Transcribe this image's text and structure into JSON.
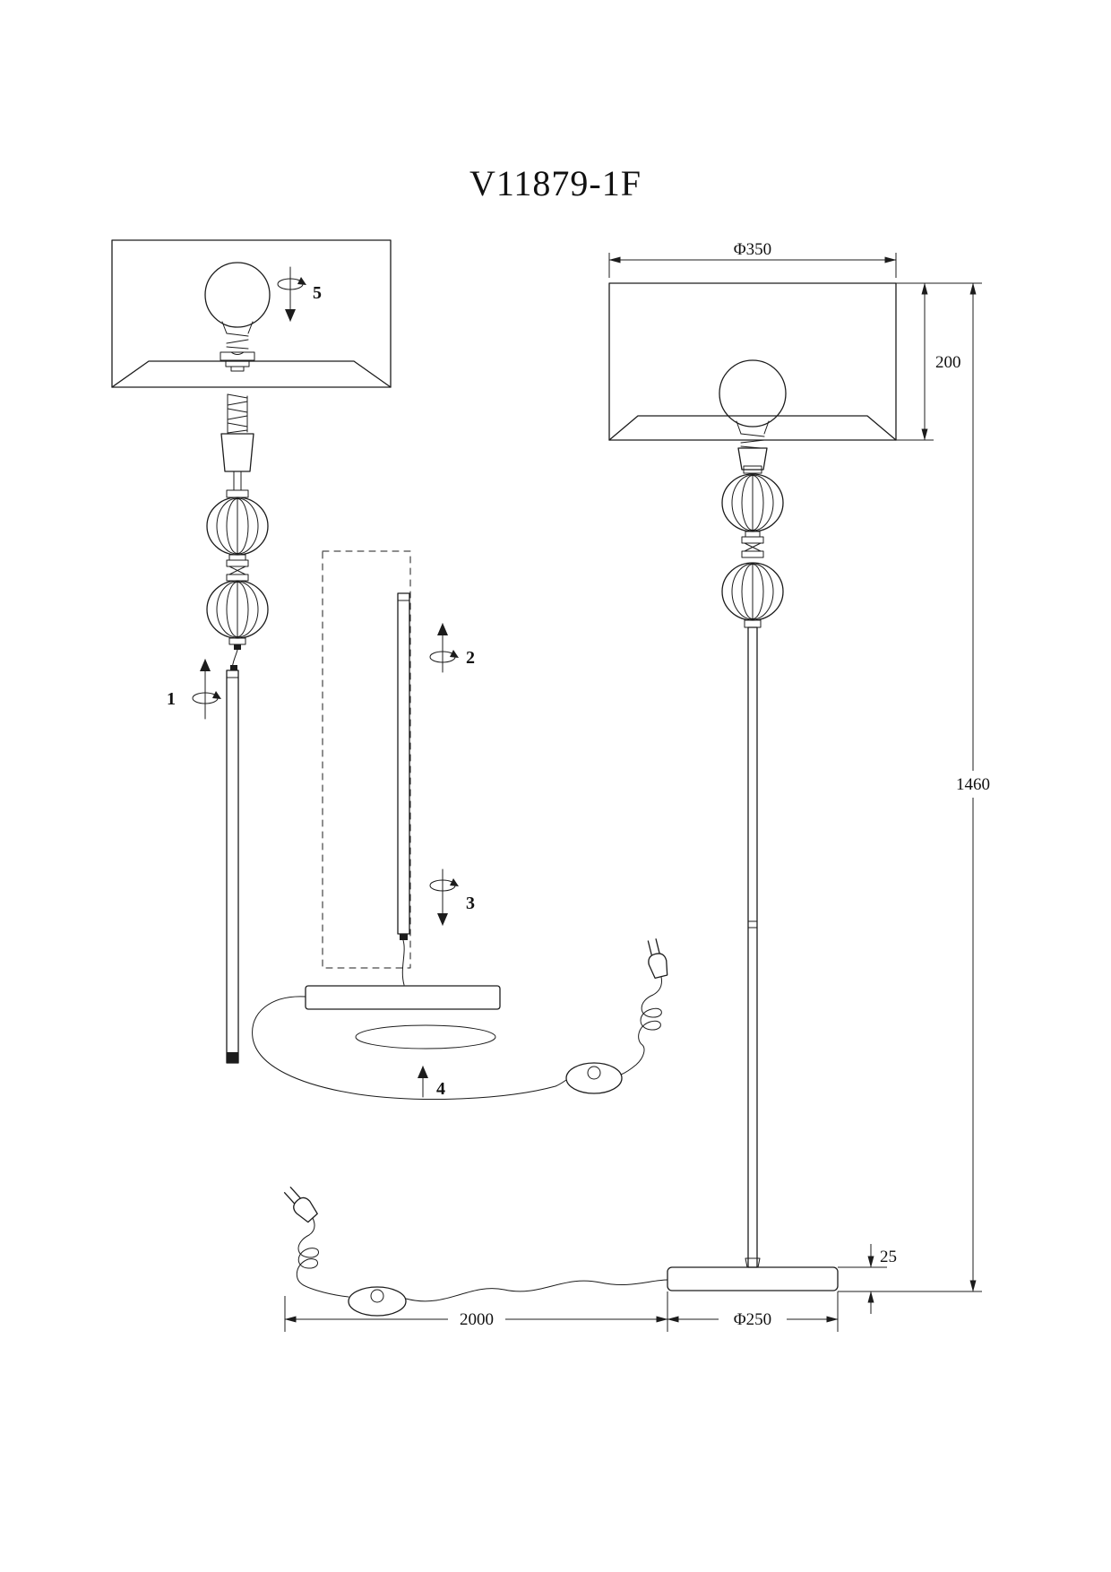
{
  "title": "V11879-1F",
  "dimensions": {
    "shade_diameter": "Φ350",
    "shade_height": "200",
    "overall_height": "1460",
    "base_thickness": "25",
    "base_diameter": "Φ250",
    "cord_length": "2000"
  },
  "steps": [
    {
      "label": "1"
    },
    {
      "label": "2"
    },
    {
      "label": "3"
    },
    {
      "label": "4"
    },
    {
      "label": "5"
    }
  ],
  "icons": {
    "rotate-icon": "ellipse-with-arrow",
    "direction-arrow-icon": "line-with-filled-triangle",
    "plug-icon": "two-prong-plug-outline",
    "foot-switch-icon": "oval-with-round-button",
    "cord-coil-icon": "looped-cord"
  },
  "colors": {
    "line": "#1c1c1c",
    "background": "#ffffff"
  }
}
